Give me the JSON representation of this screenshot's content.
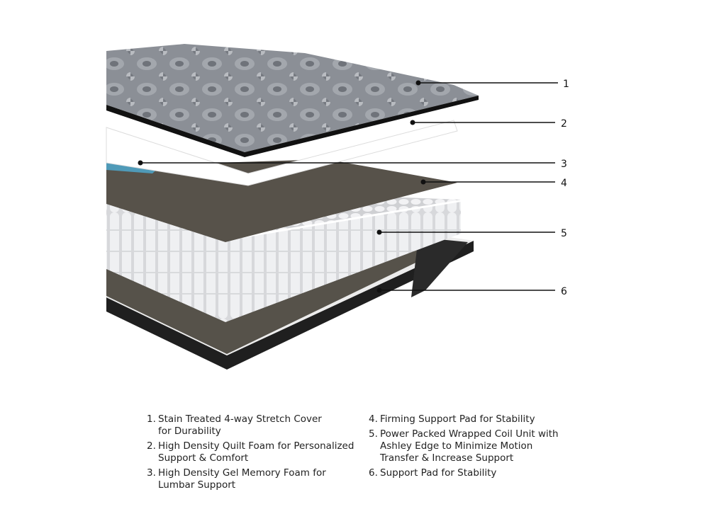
{
  "callouts": [
    {
      "number": "1"
    },
    {
      "number": "2"
    },
    {
      "number": "3"
    },
    {
      "number": "4"
    },
    {
      "number": "5"
    },
    {
      "number": "6"
    }
  ],
  "legend": {
    "left": [
      {
        "n": "1.",
        "lines": [
          "Stain Treated 4-way Stretch Cover",
          "for Durability"
        ]
      },
      {
        "n": "2.",
        "lines": [
          "High Density Quilt Foam for Personalized",
          "Support & Comfort"
        ]
      },
      {
        "n": "3.",
        "lines": [
          "High Density Gel Memory Foam for",
          "Lumbar Support"
        ]
      }
    ],
    "right": [
      {
        "n": "4.",
        "lines": [
          "Firming Support Pad for Stability"
        ]
      },
      {
        "n": "5.",
        "lines": [
          "Power Packed Wrapped Coil Unit with",
          "Ashley Edge to Minimize Motion",
          "Transfer & Increase Support"
        ]
      },
      {
        "n": "6.",
        "lines": [
          "Support Pad for Stability"
        ]
      }
    ]
  },
  "colors": {
    "cover": "#8b8f96",
    "foam": "#ffffff",
    "gel": "#4f9ab8",
    "pad": "#57524a",
    "coil": "#e4e5e7",
    "base": "#1f1f1f"
  }
}
